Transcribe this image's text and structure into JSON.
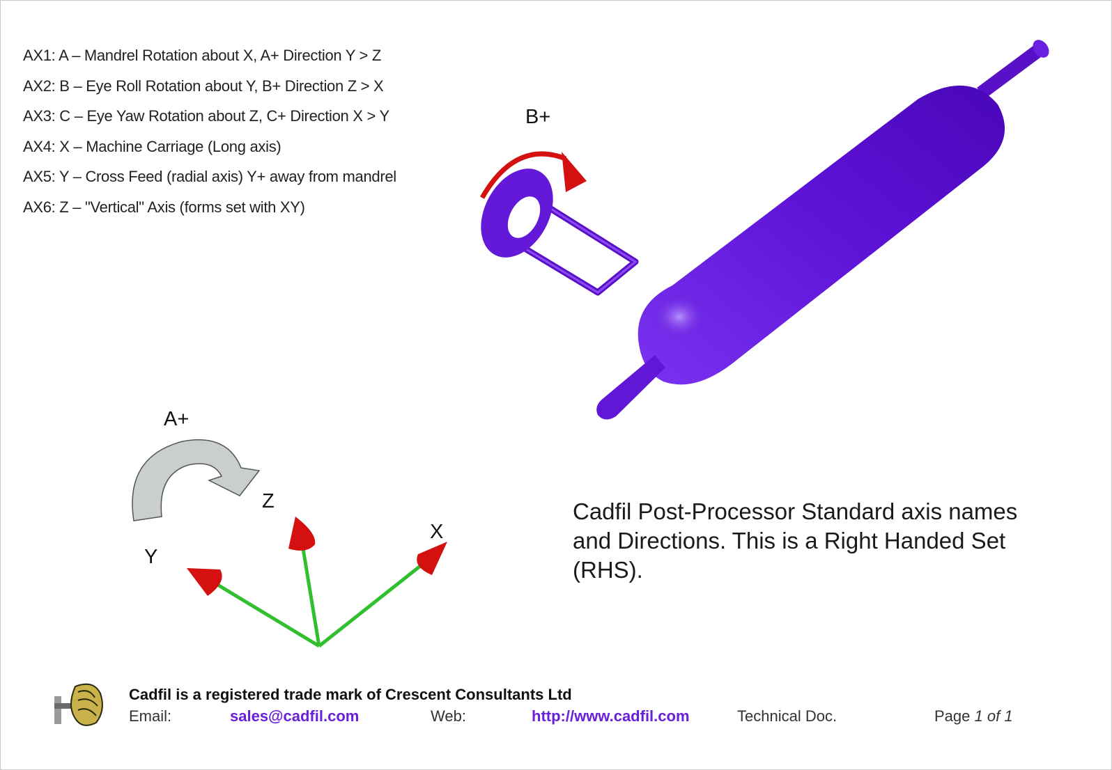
{
  "axes": [
    "AX1: A – Mandrel Rotation about X, A+ Direction Y > Z",
    "AX2: B – Eye Roll Rotation about Y, B+ Direction Z > X",
    "AX3: C – Eye Yaw Rotation about Z, C+ Direction X > Y",
    "AX4: X – Machine Carriage (Long axis)",
    "AX5: Y – Cross Feed (radial axis) Y+ away from mandrel",
    "AX6: Z – \"Vertical\" Axis (forms set with XY)"
  ],
  "labels": {
    "b_plus": "B+",
    "a_plus": "A+",
    "z": "Z",
    "y": "Y",
    "x": "X"
  },
  "caption": "Cadfil Post-Processor Standard axis names and Directions. This is a Right Handed Set (RHS).",
  "footer": {
    "trademark": "Cadfil is a registered trade mark of Crescent Consultants Ltd",
    "email_label": "Email:",
    "email": "sales@cadfil.com",
    "web_label": "Web:",
    "web": "http://www.cadfil.com",
    "doc_type": "Technical Doc.",
    "page_label": "Page",
    "page_value": "1 of 1"
  },
  "colors": {
    "mandrel": "#6a1fd8",
    "arrow_red": "#d41010",
    "axis_green": "#2fbf2f",
    "arrow_grey": "#c8cfcc",
    "link": "#6a1fd8"
  },
  "icons": [
    "cadfil-logo-icon",
    "b-rotation-arrow-icon",
    "a-rotation-arrow-icon"
  ]
}
